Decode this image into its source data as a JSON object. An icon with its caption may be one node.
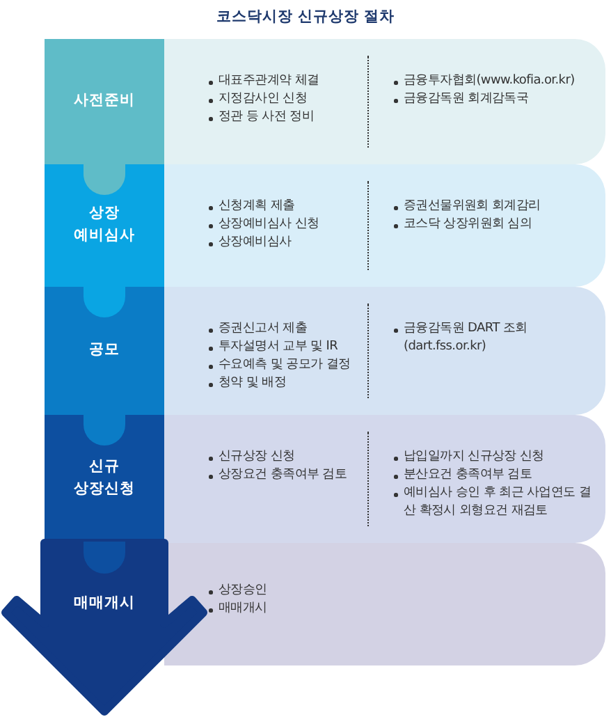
{
  "diagram": {
    "title": "코스닥시장 신규상장 절차",
    "nodes": [
      {
        "text": [],
        "shape": "band"
      },
      {
        "text": [
          "사전준비"
        ],
        "in": 0
      },
      {
        "text": [
          "대표주관계약 체결",
          "지정감사인 신청",
          "정관 등 사전 정비"
        ],
        "in": 0
      },
      {
        "text": [
          "금융투자협회(www.kofia.or.kr)",
          "금융감독원 회계감독국"
        ],
        "in": 0
      },
      {
        "text": [],
        "shape": "band"
      },
      {
        "text": [
          "상장 예비심사"
        ],
        "in": 4
      },
      {
        "text": [
          "신청계획 제출",
          "상장예비심사 신청",
          "상장예비심사"
        ],
        "in": 4
      },
      {
        "text": [
          "증권선물위원회 회계감리",
          "코스닥 상장위원회 심의"
        ],
        "in": 4
      },
      {
        "text": [],
        "shape": "band"
      },
      {
        "text": [
          "공모"
        ],
        "in": 8
      },
      {
        "text": [
          "증권신고서 제출",
          "투자설명서 교부 및 IR",
          "수요예측 및 공모가 결정",
          "청약 및 배정"
        ],
        "in": 8
      },
      {
        "text": [
          "금융감독원 DART 조회 (dart.fss.or.kr)"
        ],
        "in": 8
      },
      {
        "text": [],
        "shape": "band"
      },
      {
        "text": [
          "신규 상장신청"
        ],
        "in": 12
      },
      {
        "text": [
          "신규상장 신청",
          "상장요건 충족여부 검토"
        ],
        "in": 12
      },
      {
        "text": [
          "납입일까지 신규상장 신청",
          "분산요건 충족여부 검토",
          "예비심사 승인 후 최근 사업연도 결산 확정시 외형요건 재검토"
        ],
        "in": 12
      },
      {
        "text": [],
        "shape": "band"
      },
      {
        "text": [
          "매매개시"
        ]
      },
      {
        "text": [
          "상장승인",
          "매매개시"
        ],
        "in": 16
      }
    ],
    "edges": []
  }
}
